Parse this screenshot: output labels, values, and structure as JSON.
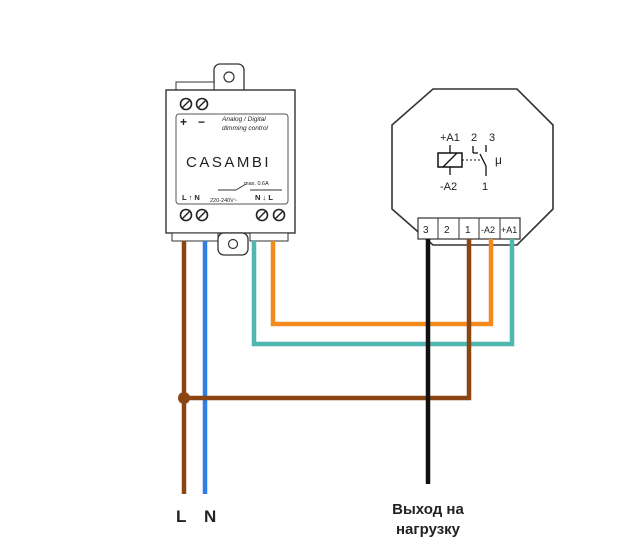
{
  "casambi_module": {
    "brand": "CASAMBI",
    "top_terminal_plus": "+",
    "top_terminal_minus": "−",
    "function_line1": "Analog / Digital",
    "function_line2": "dimming control",
    "max_load": "max. 0.6A",
    "input_terminals": "L ↑ N",
    "voltage": "220-240V~",
    "output_terminals": "N ↓ L"
  },
  "relay": {
    "pin_a1": "+A1",
    "pin_2": "2",
    "pin_3": "3",
    "pin_a2": "-A2",
    "pin_1": "1",
    "mu_symbol": "μ",
    "terminals": [
      "3",
      "2",
      "1",
      "-A2",
      "+A1"
    ]
  },
  "labels": {
    "live": "L",
    "neutral": "N",
    "output_line1": "Выход на",
    "output_line2": "нагрузку"
  },
  "colors": {
    "live_wire": "#8b4513",
    "neutral_wire": "#2f7fe8",
    "control_plus_wire": "#f28a1e",
    "control_minus_wire": "#4fb6b0",
    "load_wire": "#111111"
  }
}
